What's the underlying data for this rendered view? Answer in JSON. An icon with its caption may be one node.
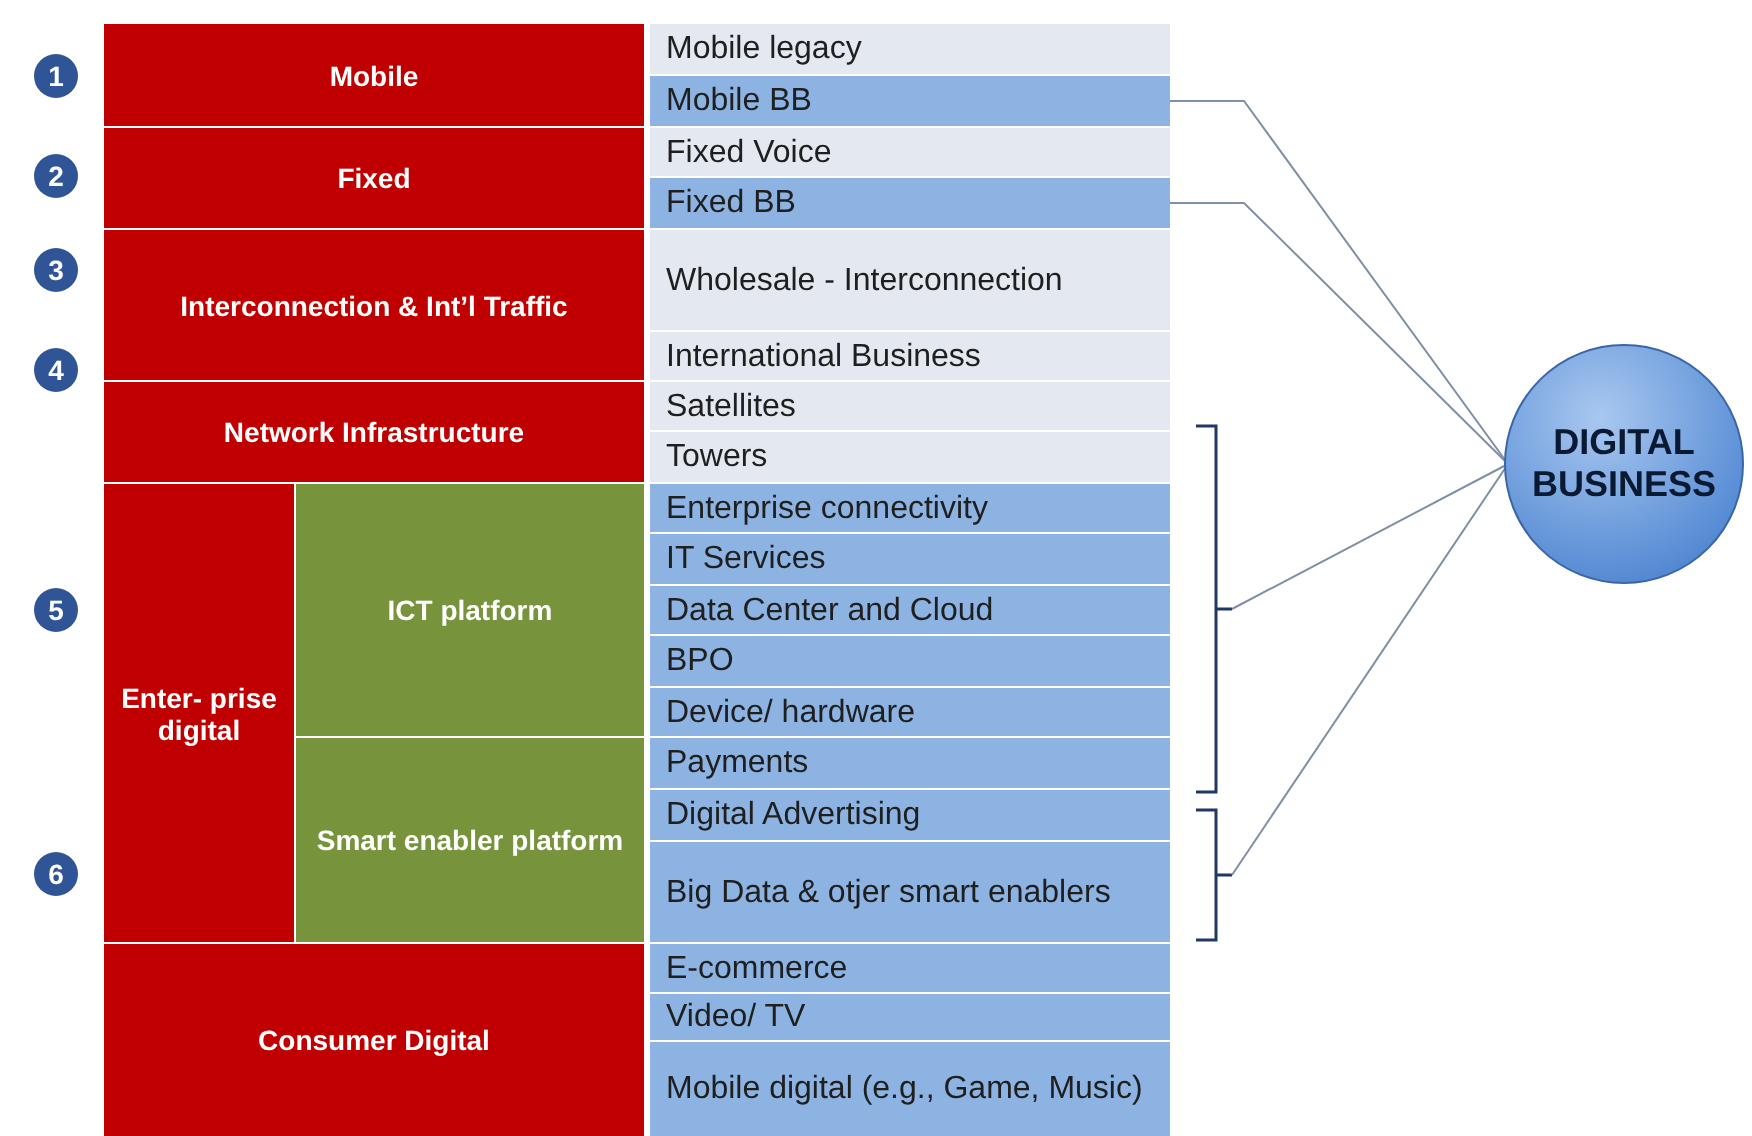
{
  "diagram": {
    "nodes": [
      {
        "text": [
          "1"
        ]
      },
      {
        "text": [
          "2"
        ]
      },
      {
        "text": [
          "3"
        ]
      },
      {
        "text": [
          "4"
        ]
      },
      {
        "text": [
          "5"
        ]
      },
      {
        "text": [
          "6"
        ]
      },
      {
        "text": [
          "Mobile"
        ]
      },
      {
        "text": [
          "Fixed"
        ]
      },
      {
        "text": [
          "Interconnection & Int’l Traffic"
        ]
      },
      {
        "text": [
          "Network Infrastructure"
        ]
      },
      {
        "text": [
          "Enter- prise digital"
        ]
      },
      {
        "text": [
          "ICT platform"
        ]
      },
      {
        "text": [
          "Smart enabler platform"
        ]
      },
      {
        "text": [
          "Consumer Digital"
        ]
      },
      {
        "text": [
          "Mobile legacy"
        ]
      },
      {
        "text": [
          "Mobile BB"
        ]
      },
      {
        "text": [
          "Fixed Voice"
        ]
      },
      {
        "text": [
          "Fixed BB"
        ]
      },
      {
        "text": [
          "Wholesale - Interconnection"
        ]
      },
      {
        "text": [
          "International Business"
        ]
      },
      {
        "text": [
          "Satellites"
        ]
      },
      {
        "text": [
          "Towers"
        ]
      },
      {
        "text": [
          "Enterprise connectivity"
        ]
      },
      {
        "text": [
          "IT Services"
        ]
      },
      {
        "text": [
          "Data Center and Cloud"
        ]
      },
      {
        "text": [
          "BPO"
        ]
      },
      {
        "text": [
          "Device/ hardware"
        ]
      },
      {
        "text": [
          "Payments"
        ]
      },
      {
        "text": [
          "Digital Advertising"
        ]
      },
      {
        "text": [
          "Big Data & otjer smart enablers"
        ]
      },
      {
        "text": [
          "E-commerce"
        ]
      },
      {
        "text": [
          "Video/ TV"
        ]
      },
      {
        "text": [
          "Mobile digital (e.g., Game, Music)"
        ]
      },
      {
        "text": [],
        "shape": "bracket"
      },
      {
        "text": [],
        "shape": "bracket"
      },
      {
        "text": [
          "DIGITAL BUSINESS"
        ]
      }
    ],
    "edges": [
      {
        "from": 15,
        "to": 35,
        "arrow": "none"
      },
      {
        "from": 17,
        "to": 35,
        "arrow": "none"
      },
      {
        "from": 33,
        "to": 35,
        "arrow": "none"
      },
      {
        "from": 34,
        "to": 35,
        "arrow": "none"
      }
    ]
  }
}
